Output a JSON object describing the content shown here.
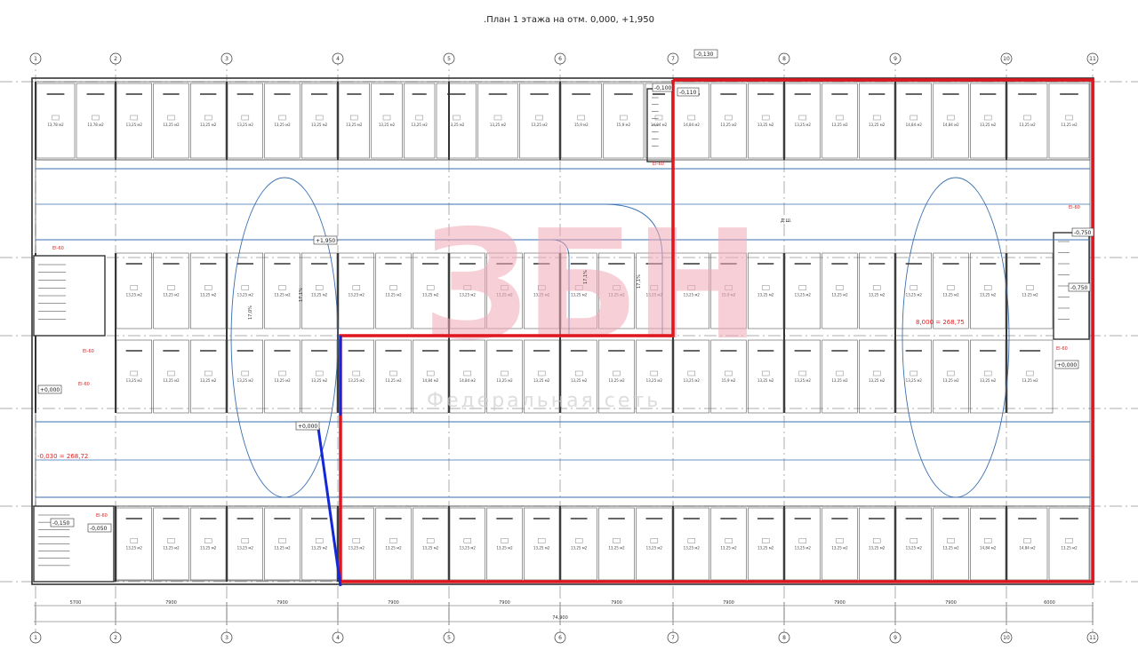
{
  "title": ".План 1 этажа на отм. 0,000, +1,950",
  "watermark": {
    "logo": "ЗБН",
    "subtitle": "Федеральная сеть"
  },
  "colors": {
    "lines": "#333333",
    "blue_lane": "#3a6fb0",
    "red_zone": "#e0161e",
    "blue_ramp": "#1428d8",
    "watermark": "#f2a8b8"
  },
  "levels": [
    "-0,130",
    "-0,100",
    "-0,110",
    "+1,950",
    "+0,000",
    "-0,750",
    "-0,750",
    "+0,000",
    "-0,150",
    "-0,050",
    "+0,000"
  ],
  "red_labels": {
    "right": "8,000 = 268,75",
    "left": "-0,030 = 268,72"
  },
  "slopes": [
    "17,1%",
    "17,1%",
    "17,1%",
    "17,0%"
  ],
  "area_large": "13,25 м2",
  "spans": [
    "5700",
    "7900",
    "7900",
    "7900",
    "7900",
    "7900",
    "7900",
    "7900",
    "7900",
    "6000"
  ],
  "total_length": "74,900",
  "axes": [
    "1",
    "2",
    "3",
    "4",
    "5",
    "6",
    "7",
    "8",
    "9",
    "10",
    "11"
  ],
  "stair_labels": [
    "EI-60",
    "EI-60",
    "EI-60",
    "EI-60",
    "EI-60",
    "EI-60",
    "EI-60"
  ],
  "shaft_label": "Д.Ш.",
  "parking_areas": {
    "row_a": [
      "13,78 м2",
      "13,78 м2",
      "13,25 м2",
      "13,25 м2",
      "13,25 м2",
      "13,25 м2",
      "13,25 м2",
      "13,25 м2",
      "13,25 м2",
      "13,25 м2",
      "13,25 м2",
      "13,25 м2",
      "13,25 м2",
      "13,25 м2",
      "15,9 м2",
      "15,9 м2",
      "14,84 м2",
      "14,84 м2",
      "13,25 м2",
      "13,25 м2",
      "13,25 м2",
      "13,25 м2",
      "13,25 м2",
      "14,84 м2",
      "14,84 м2"
    ],
    "row_b": [
      "13,25 м2",
      "13,25 м2",
      "13,25 м2",
      "13,25 м2",
      "13,25 м2",
      "13,25 м2",
      "13,25 м2",
      "13,25 м2",
      "13,25 м2",
      "13,25 м2",
      "13,25 м2",
      "13,25 м2",
      "13,25 м2",
      "13,25 м2",
      "13,25 м2",
      "13,25 м2",
      "15,9 м2"
    ],
    "row_c": [
      "13,25 м2",
      "13,25 м2",
      "13,25 м2",
      "13,25 м2",
      "13,25 м2",
      "13,25 м2",
      "13,25 м2",
      "13,25 м2",
      "14,84 м2",
      "14,84 м2",
      "13,25 м2",
      "13,25 м2",
      "13,25 м2",
      "13,25 м2",
      "13,25 м2",
      "13,25 м2",
      "15,9 м2"
    ],
    "row_d": [
      "13,25 м2",
      "13,25 м2",
      "13,25 м2",
      "13,25 м2",
      "13,25 м2",
      "13,25 м2",
      "13,25 м2",
      "13,25 м2",
      "13,25 м2",
      "13,25 м2",
      "13,25 м2",
      "13,25 м2",
      "13,25 м2",
      "13,25 м2",
      "13,25 м2",
      "13,25 м2",
      "13,25 м2",
      "13,25 м2",
      "13,25 м2",
      "13,25 м2",
      "13,25 м2",
      "13,25 м2",
      "13,25 м2",
      "14,84 м2",
      "14,84 м2"
    ]
  }
}
